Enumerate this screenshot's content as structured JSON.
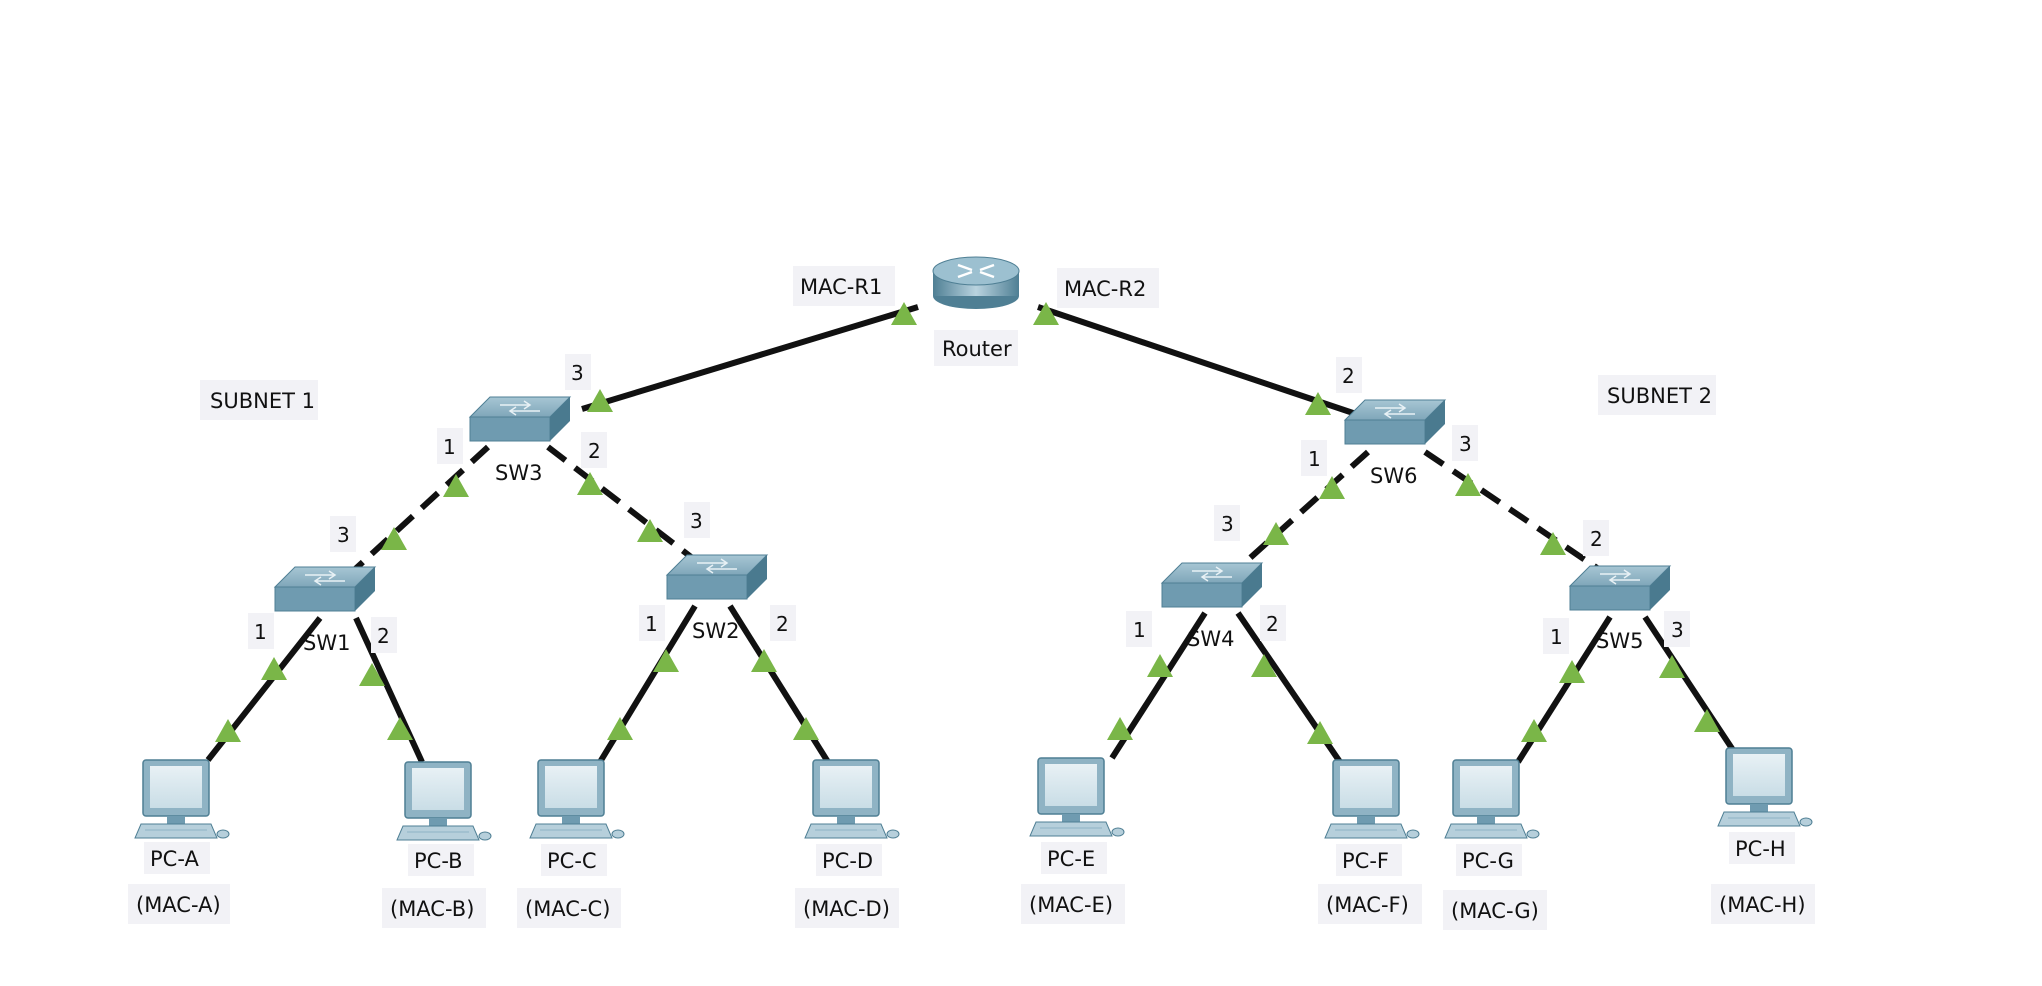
{
  "colors": {
    "link": "#111111",
    "port_up": "#7ab648",
    "switch_top": "#8fb3c4",
    "switch_side": "#4f7f94",
    "router_body": "#6d9bb0",
    "pc_body": "#a9c6d4",
    "label_bg": "#f2f2f6"
  },
  "diagram": {
    "subnet_labels": [
      "SUBNET 1",
      "SUBNET 2"
    ],
    "router": {
      "name": "Router",
      "mac_left": "MAC-R1",
      "mac_right": "MAC-R2"
    },
    "switches": [
      "SW1",
      "SW2",
      "SW3",
      "SW4",
      "SW5",
      "SW6"
    ],
    "pcs": [
      {
        "name": "PC-A",
        "mac": "(MAC-A)"
      },
      {
        "name": "PC-B",
        "mac": "(MAC-B)"
      },
      {
        "name": "PC-C",
        "mac": "(MAC-C)"
      },
      {
        "name": "PC-D",
        "mac": "(MAC-D)"
      },
      {
        "name": "PC-E",
        "mac": "(MAC-E)"
      },
      {
        "name": "PC-F",
        "mac": "(MAC-F)"
      },
      {
        "name": "PC-G",
        "mac": "(MAC-G)"
      },
      {
        "name": "PC-H",
        "mac": "(MAC-H)"
      }
    ],
    "links": [
      {
        "from": "Router",
        "to": "SW3",
        "port_to": "3",
        "style": "solid"
      },
      {
        "from": "Router",
        "to": "SW6",
        "port_to": "2",
        "style": "solid"
      },
      {
        "from": "SW3",
        "port_from": "1",
        "to": "SW1",
        "port_to": "3",
        "style": "dashed"
      },
      {
        "from": "SW3",
        "port_from": "2",
        "to": "SW2",
        "port_to": "3",
        "style": "dashed"
      },
      {
        "from": "SW6",
        "port_from": "1",
        "to": "SW4",
        "port_to": "3",
        "style": "dashed"
      },
      {
        "from": "SW6",
        "port_from": "3",
        "to": "SW5",
        "port_to": "2",
        "style": "dashed"
      },
      {
        "from": "SW1",
        "port_from": "1",
        "to": "PC-A",
        "style": "solid"
      },
      {
        "from": "SW1",
        "port_from": "2",
        "to": "PC-B",
        "style": "solid"
      },
      {
        "from": "SW2",
        "port_from": "1",
        "to": "PC-C",
        "style": "solid"
      },
      {
        "from": "SW2",
        "port_from": "2",
        "to": "PC-D",
        "style": "solid"
      },
      {
        "from": "SW4",
        "port_from": "1",
        "to": "PC-E",
        "style": "solid"
      },
      {
        "from": "SW4",
        "port_from": "2",
        "to": "PC-F",
        "style": "solid"
      },
      {
        "from": "SW5",
        "port_from": "1",
        "to": "PC-G",
        "style": "solid"
      },
      {
        "from": "SW5",
        "port_from": "3",
        "to": "PC-H",
        "style": "solid"
      }
    ]
  }
}
